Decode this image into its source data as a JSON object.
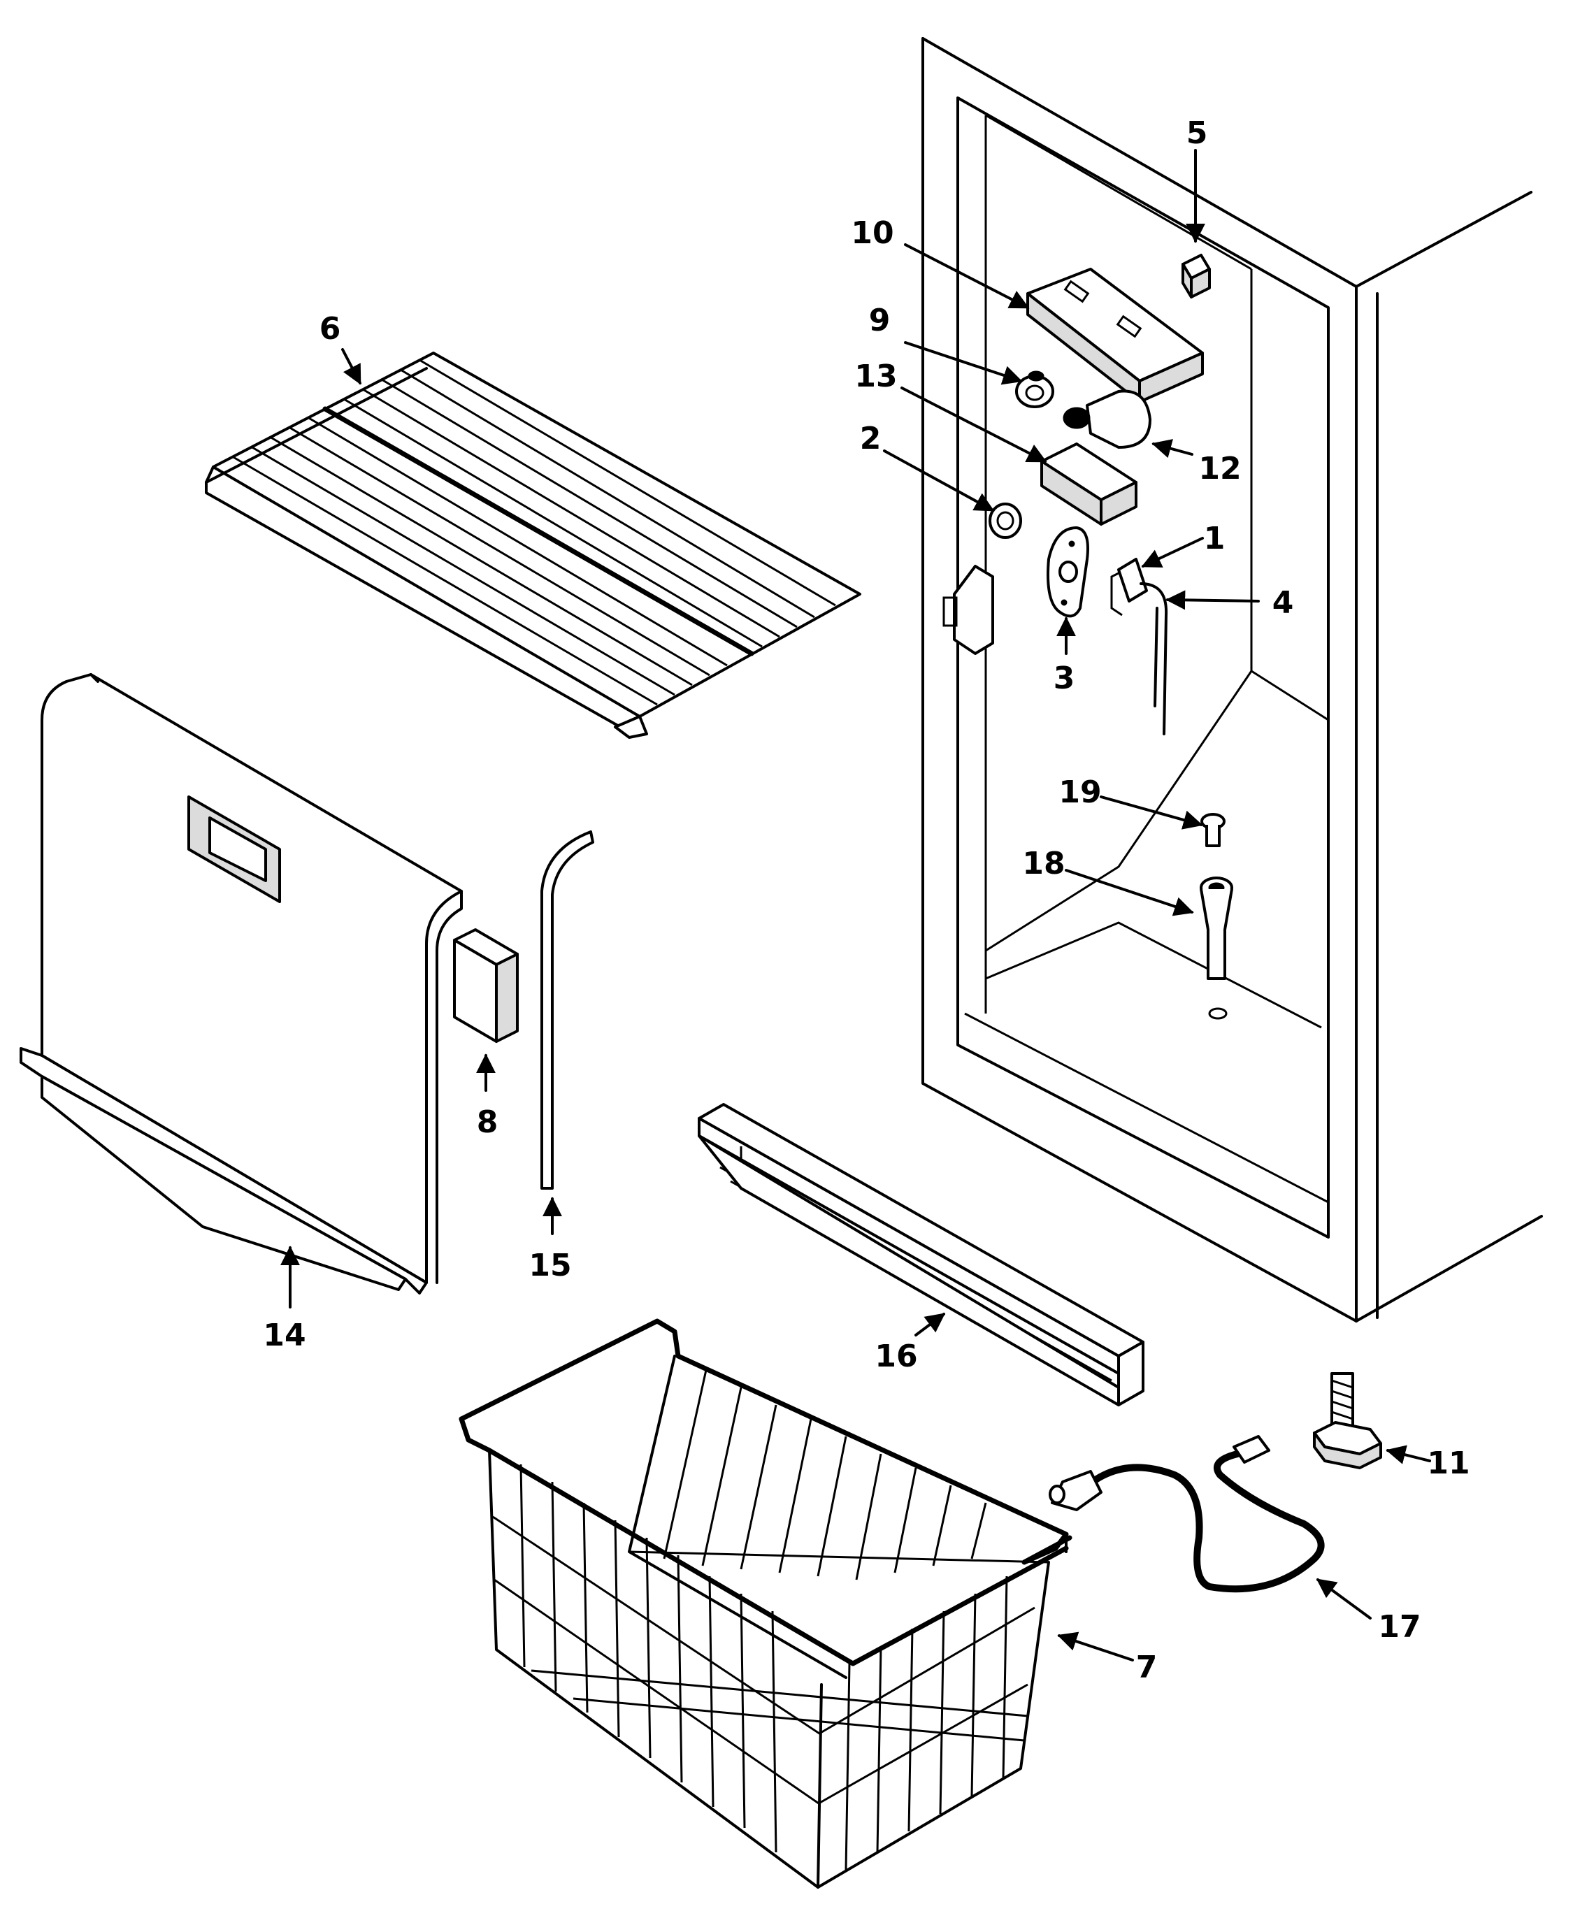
{
  "diagram": {
    "callouts": {
      "c1": "1",
      "c2": "2",
      "c3": "3",
      "c4": "4",
      "c5": "5",
      "c6": "6",
      "c7": "7",
      "c8": "8",
      "c9": "9",
      "c10": "10",
      "c11": "11",
      "c12": "12",
      "c13": "13",
      "c14": "14",
      "c15": "15",
      "c16": "16",
      "c17": "17",
      "c18": "18",
      "c19": "19"
    },
    "colors": {
      "line": "#000000",
      "background": "#ffffff",
      "shade": "#dcdcdc"
    }
  }
}
